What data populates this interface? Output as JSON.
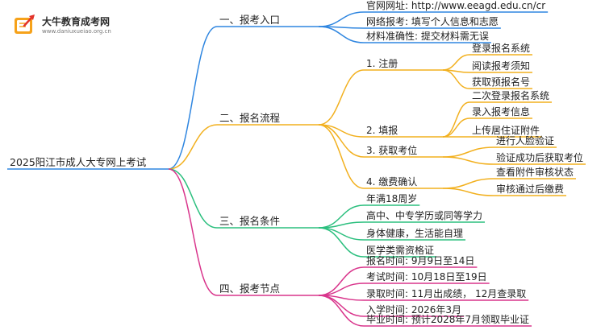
{
  "logo": {
    "title": "大牛教育成考网",
    "url": "www.daniuxueiao.org.cn"
  },
  "root": "2025阳江市成人大专网上考试",
  "colors": {
    "branch1": "#2f86e0",
    "branch2": "#f2b01e",
    "branch3": "#2bbf7e",
    "branch4": "#d9358c"
  },
  "branches": [
    {
      "label": "一、报考入口",
      "items": [
        "官网网址: http://www.eeagd.edu.cn/cr",
        "网络报考: 填写个人信息和志愿",
        "材料准确性: 提交材料需无误"
      ]
    },
    {
      "label": "二、报名流程",
      "steps": [
        {
          "label": "1. 注册",
          "items": [
            "登录报名系统",
            "阅读报考须知",
            "获取预报名号"
          ]
        },
        {
          "label": "2. 填报",
          "items": [
            "二次登录报名系统",
            "录入报考信息",
            "上传居住证附件"
          ]
        },
        {
          "label": "3. 获取考位",
          "items": [
            "进行人脸验证",
            "验证成功后获取考位"
          ]
        },
        {
          "label": "4. 缴费确认",
          "items": [
            "查看附件审核状态",
            "审核通过后缴费"
          ]
        }
      ]
    },
    {
      "label": "三、报名条件",
      "items": [
        "年满18周岁",
        "高中、中专学历或同等学力",
        "身体健康，生活能自理",
        "医学类需资格证"
      ]
    },
    {
      "label": "四、报考节点",
      "items": [
        "报名时间: 9月9日至14日",
        "考试时间: 10月18日至19日",
        "录取时间: 11月出成绩， 12月查录取",
        "入学时间: 2026年3月",
        "毕业时间: 预计2028年7月领取毕业证"
      ]
    }
  ]
}
